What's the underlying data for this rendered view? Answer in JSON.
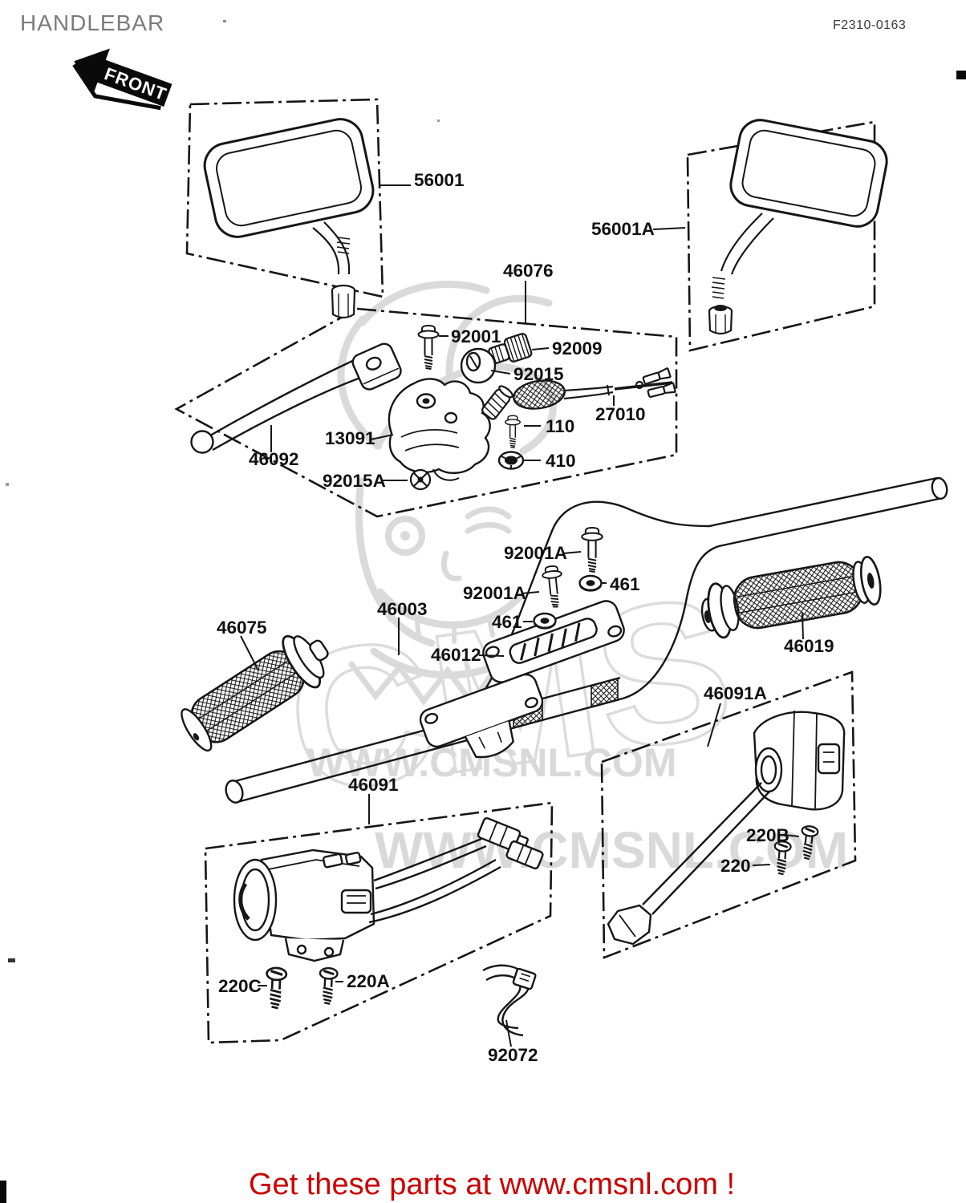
{
  "header": {
    "title": "HANDLEBAR",
    "figure_code": "F2310-0163",
    "front_marker": "FRONT"
  },
  "watermark": {
    "url_text": "WWW.CMSNL.COM",
    "big_letters": "CMS"
  },
  "footer": {
    "text": "Get these parts at www.cmsnl.com !",
    "color": "#cc0000"
  },
  "colors": {
    "line": "#161616",
    "label": "#111111",
    "title_gray": "#7b7b7b",
    "watermark_gray": "#d9d9d9",
    "footer_red": "#cc0000",
    "background": "#ffffff"
  },
  "part_labels": {
    "p56001": "56001",
    "p56001a": "56001A",
    "p46076": "46076",
    "p92001": "92001",
    "p92009": "92009",
    "p92015": "92015",
    "p27010": "27010",
    "p110": "110",
    "p410": "410",
    "p13091": "13091",
    "p46092": "46092",
    "p92015a": "92015A",
    "p92001a": "92001A",
    "p461": "461",
    "p46003": "46003",
    "p46012": "46012",
    "p46075": "46075",
    "p46019": "46019",
    "p46091": "46091",
    "p46091a": "46091A",
    "p220": "220",
    "p220a": "220A",
    "p220b": "220B",
    "p220c": "220C",
    "p92072": "92072"
  }
}
